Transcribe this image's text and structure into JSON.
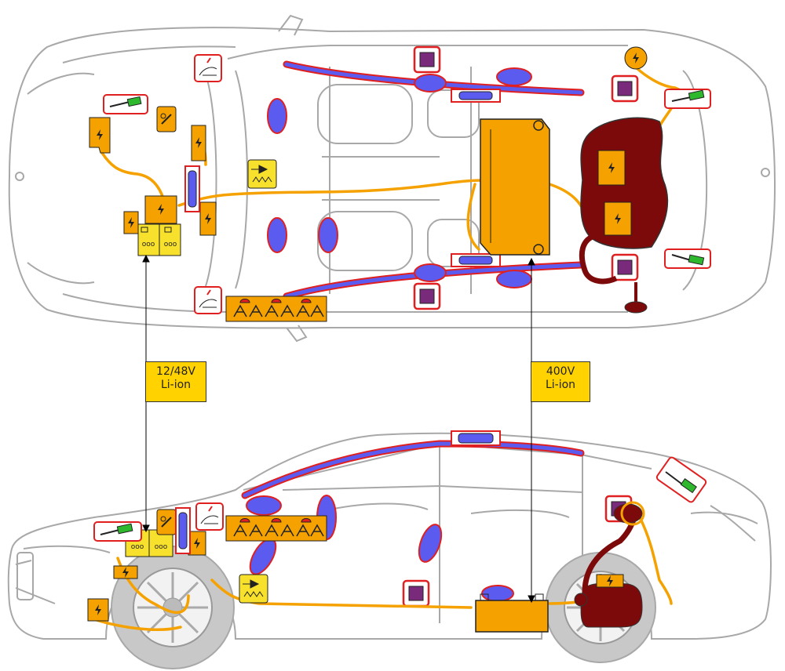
{
  "labels": {
    "low_voltage_battery": {
      "line1": "12/48V",
      "line2": "Li-ion"
    },
    "high_voltage_battery": {
      "line1": "400V",
      "line2": "Li-ion"
    }
  },
  "colors": {
    "car_outline": "#a8a8a8",
    "hv_cable": "#f5a200",
    "battery_orange": "#f5a200",
    "component_yellow": "#f8e12c",
    "fuel_tank": "#7d0a0a",
    "airbag_blue": "#5b5bf0",
    "airbag_red_outline": "#e02020",
    "sensor_purple": "#7a2a7a",
    "gas_spring_green": "#2db82d",
    "leader_line": "#000000"
  },
  "icons": [
    "lightning-icon",
    "airbag-icon",
    "curtain-airbag-icon",
    "gas-generator-icon",
    "gas-spring-icon",
    "pretensioner-icon",
    "seatbelt-pretensioner-icon",
    "hood-lifter-icon",
    "fuel-tank-icon",
    "sensor-icon"
  ]
}
